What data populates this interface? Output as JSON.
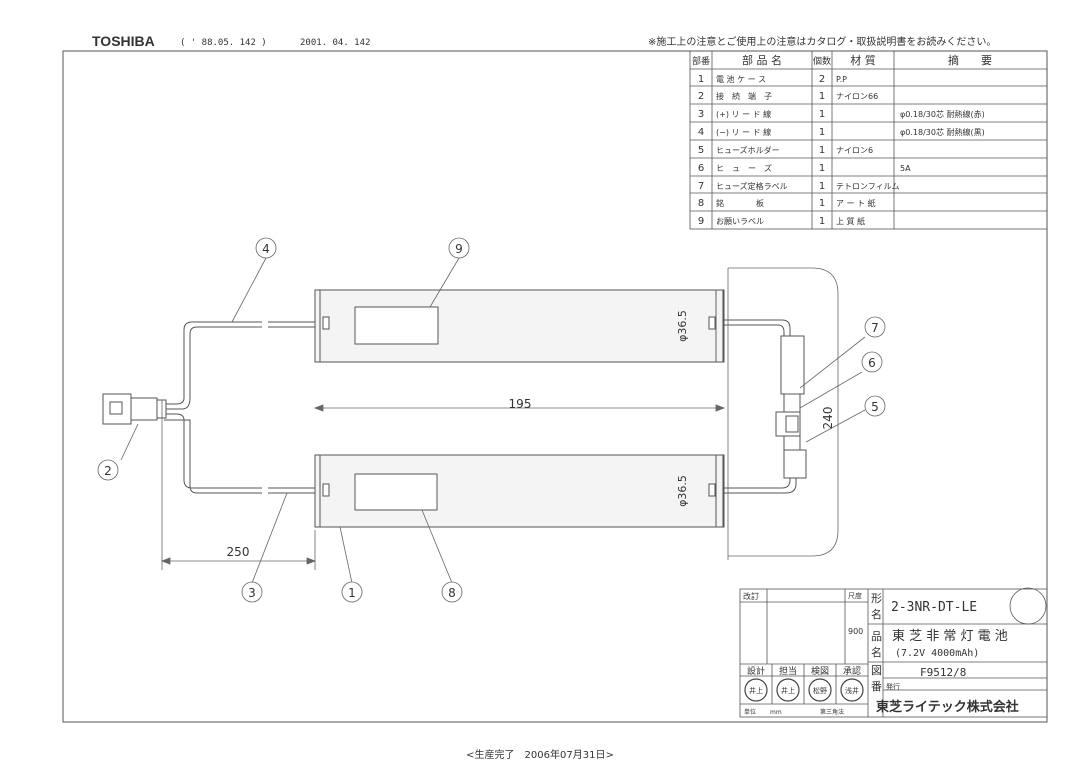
{
  "header": {
    "brand": "TOSHIBA",
    "ref_code": "( ' 88.05. 142 )",
    "date_code": "2001. 04. 142",
    "notice": "※施工上の注意とご使用上の注意はカタログ・取扱説明書をお読みください。"
  },
  "parts_table": {
    "headers": [
      "部番",
      "部 品 名",
      "個数",
      "材 質",
      "摘　　要"
    ],
    "rows": [
      [
        "1",
        "電 池 ケ ー ス",
        "2",
        "P.P",
        ""
      ],
      [
        "2",
        "接　続　端　子",
        "1",
        "ナイロン66",
        ""
      ],
      [
        "3",
        "(+) リ ー ド 線",
        "1",
        "",
        "φ0.18/30芯 耐熱線(赤)"
      ],
      [
        "4",
        "(−) リ ー ド 線",
        "1",
        "",
        "φ0.18/30芯 耐熱線(黒)"
      ],
      [
        "5",
        "ヒューズホルダー",
        "1",
        "ナイロン6",
        ""
      ],
      [
        "6",
        "ヒ　ュ　ー　ズ",
        "1",
        "",
        "5A"
      ],
      [
        "7",
        "ヒューズ定格ラベル",
        "1",
        "テトロンフィルム",
        ""
      ],
      [
        "8",
        "銘　　　　板",
        "1",
        "ア ー ト 紙",
        ""
      ],
      [
        "9",
        "お願いラベル",
        "1",
        "上 質 紙",
        ""
      ]
    ]
  },
  "dimensions": {
    "diameter_top": "φ36.5",
    "diameter_bottom": "φ36.5",
    "length": "195",
    "height": "240",
    "lead": "250"
  },
  "balloons": [
    "1",
    "2",
    "3",
    "4",
    "5",
    "6",
    "7",
    "8",
    "9"
  ],
  "title_block": {
    "label_rev": "改訂",
    "label_scale": "尺度",
    "scale_value": "900",
    "label_model_1": "形",
    "label_model_2": "名",
    "model": "2-3NR-DT-LE",
    "label_product_1": "品",
    "label_product_2": "名",
    "product": "東 芝 非 常 灯 電 池",
    "spec": "(7.2V 4000mAh)",
    "label_drawing_1": "図",
    "label_drawing_2": "番",
    "drawing_no": "F9512/8",
    "issue_label": "発行",
    "approvals": [
      "設計",
      "担当",
      "検図",
      "承認"
    ],
    "seals": [
      "井上",
      "井上",
      "松野",
      "浅井"
    ],
    "unit_label": "単位",
    "unit_value": "mm",
    "angle_label": "第三角法",
    "company": "東芝ライテック株式会社"
  },
  "footer": {
    "note": "<生産完了　2006年07月31日>"
  }
}
